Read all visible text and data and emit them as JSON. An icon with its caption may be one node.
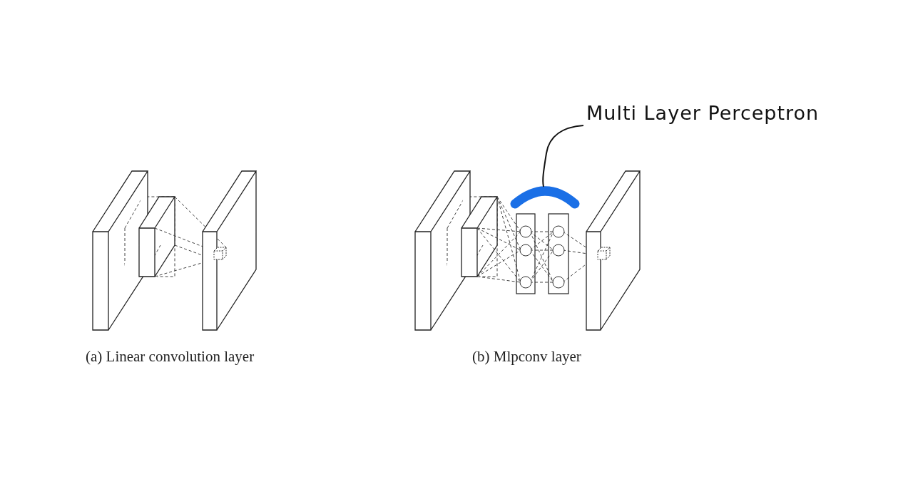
{
  "diagram": {
    "nodes": [
      {
        "text": [
          "Multi Layer Perceptron"
        ]
      },
      {
        "text": [],
        "shape": "arc"
      }
    ],
    "edges": [
      {
        "from": 0,
        "to": 1,
        "arrow": "none"
      }
    ],
    "labels": [
      "(a) Linear convolution layer",
      "(b) Mlpconv layer"
    ]
  }
}
